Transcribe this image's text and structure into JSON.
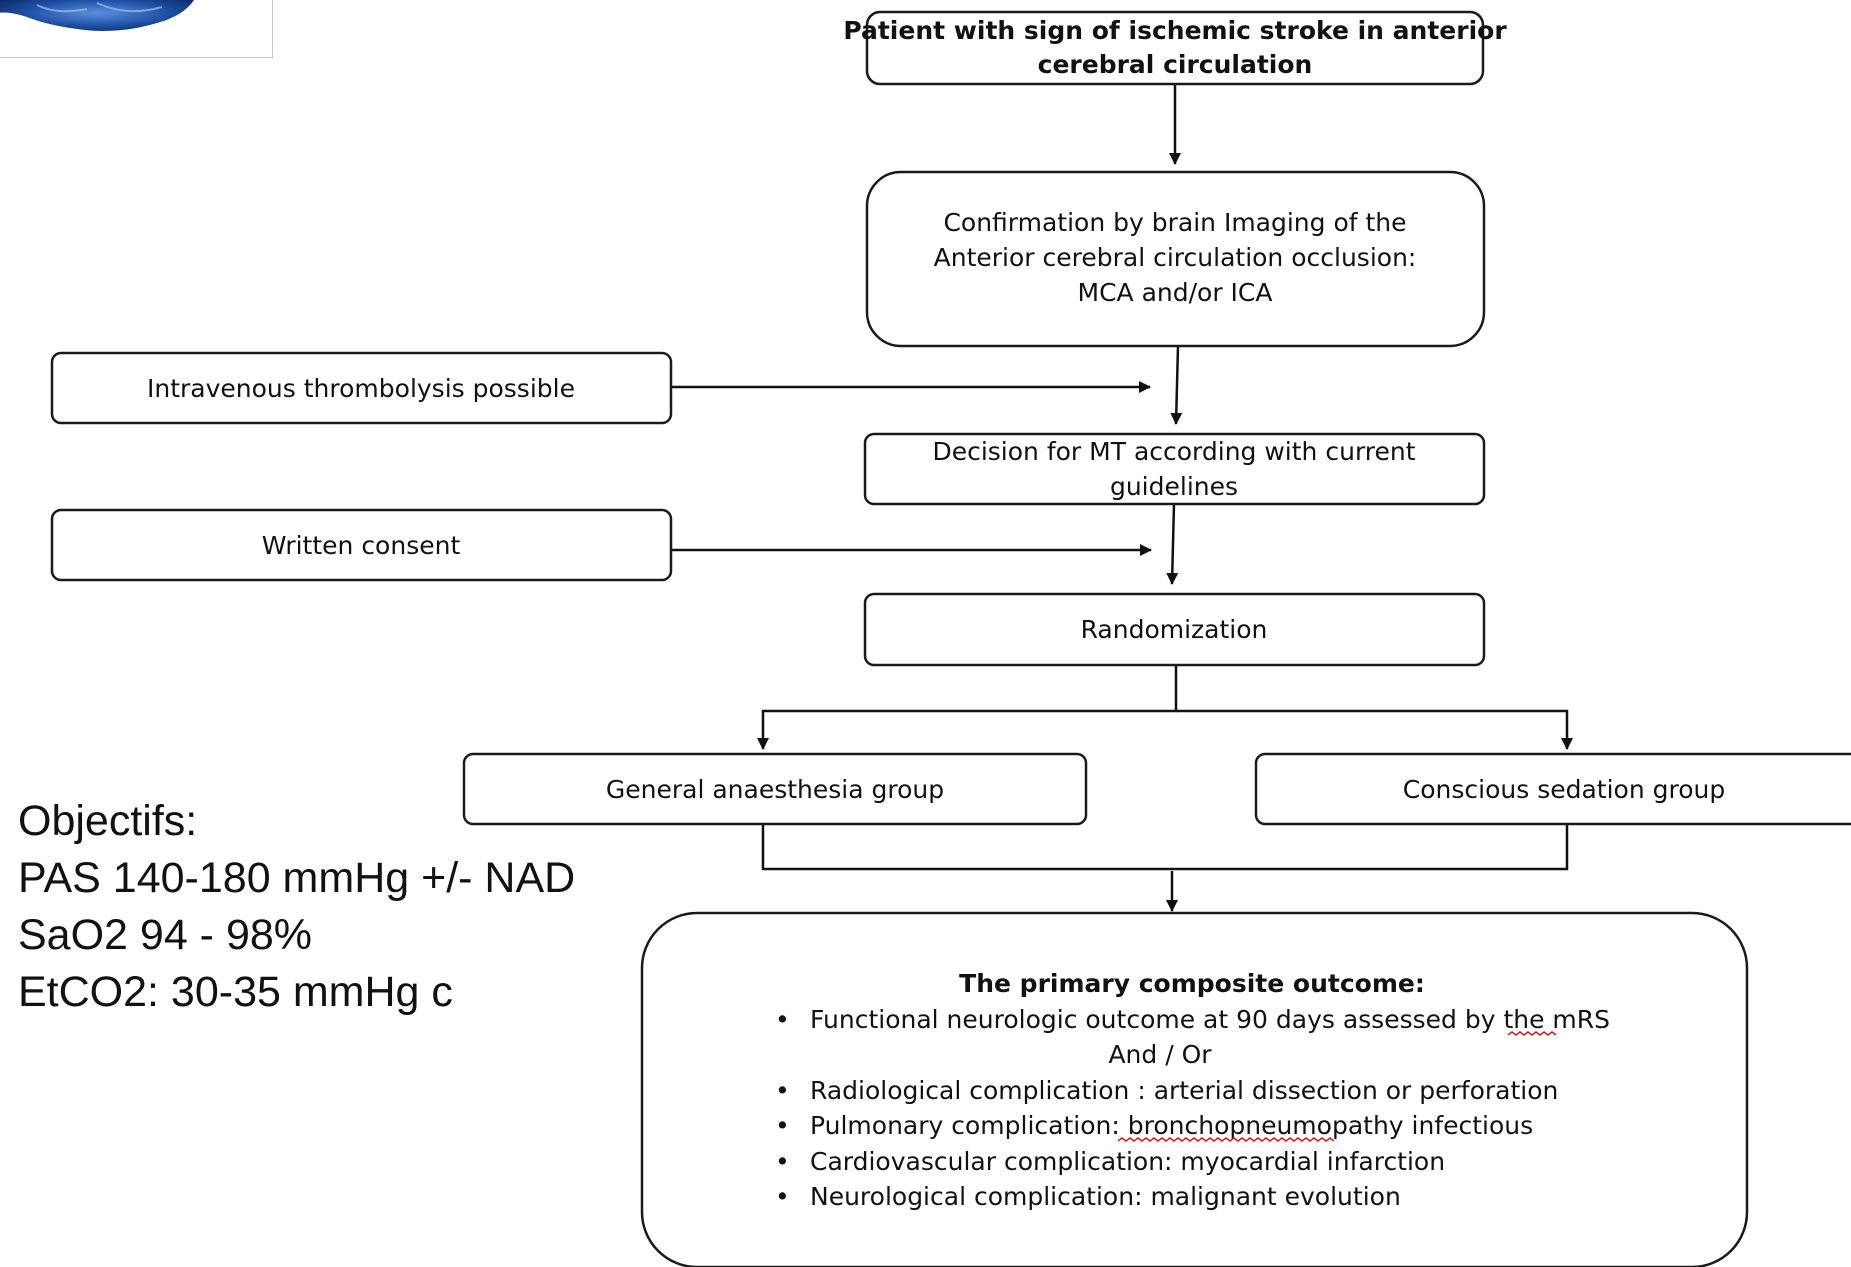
{
  "colors": {
    "box_stroke": "#1a1a1a",
    "arrow": "#111111",
    "spellcheck_underline": "#d21f1f",
    "logo_blue": "#1d4fa3"
  },
  "header_logo": {
    "icon": "brain-image-fragment"
  },
  "flowchart": {
    "start": {
      "lines": [
        "Patient with sign of ischemic stroke in anterior",
        "cerebral circulation"
      ]
    },
    "imaging": {
      "lines": [
        "Confirmation by brain Imaging of the",
        "Anterior cerebral circulation occlusion:",
        "MCA and/or ICA"
      ]
    },
    "thrombolysis": {
      "label": "Intravenous thrombolysis possible"
    },
    "decision": {
      "lines": [
        "Decision for MT according with current",
        "guidelines"
      ]
    },
    "consent": {
      "label": "Written consent"
    },
    "randomization": {
      "label": "Randomization"
    },
    "group_ga": {
      "label": "General anaesthesia group"
    },
    "group_cs": {
      "label": "Conscious sedation group"
    },
    "outcome": {
      "title": "The primary composite outcome:",
      "bullet_1": "Functional neurologic outcome at 90 days assessed by the mRS",
      "and_or": "And / Or",
      "bullet_2": "Radiological complication : arterial dissection or perforation",
      "bullet_3": "Pulmonary complication: bronchopneumopathy infectious",
      "bullet_4": "Cardiovascular complication: myocardial infarction",
      "bullet_5": "Neurological complication: malignant evolution",
      "bullet_char": "•"
    }
  },
  "objectifs": {
    "title": "Objectifs:",
    "lines": [
      "PAS 140-180 mmHg +/- NAD",
      "SaO2 94 - 98%",
      "EtCO2: 30-35 mmHg c"
    ]
  }
}
